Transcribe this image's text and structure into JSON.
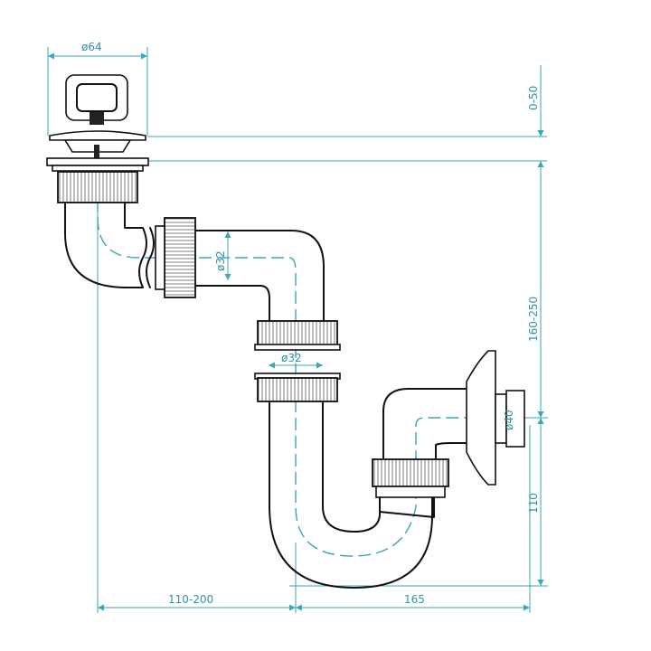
{
  "dimensions": {
    "flange_diameter": "ø64",
    "height_adjust": "0-50",
    "drop_height": "160-250",
    "pipe_diameter_upper": "ø32",
    "pipe_diameter_middle": "ø32",
    "outlet_diameter": "ø40",
    "outlet_height": "110",
    "horizontal_offset": "110-200",
    "outlet_offset": "165"
  },
  "colors": {
    "dimension_lines": "#3aa7b7",
    "outline": "#111111"
  }
}
